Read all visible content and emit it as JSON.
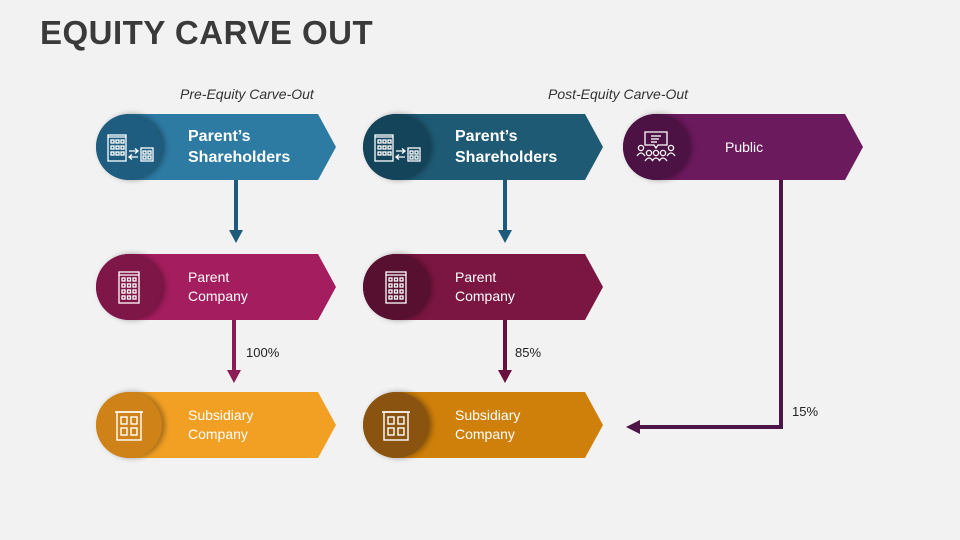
{
  "title": "EQUITY CARVE OUT",
  "sections": {
    "pre": "Pre-Equity Carve-Out",
    "post": "Post-Equity Carve-Out"
  },
  "nodes": {
    "pre_shareholders": {
      "line1": "Parent’s",
      "line2": "Shareholders"
    },
    "pre_parent": {
      "line1": "Parent",
      "line2": "Company"
    },
    "pre_subsidiary": {
      "line1": "Subsidiary",
      "line2": "Company"
    },
    "post_shareholders": {
      "line1": "Parent’s",
      "line2": "Shareholders"
    },
    "post_parent": {
      "line1": "Parent",
      "line2": "Company"
    },
    "post_subsidiary": {
      "line1": "Subsidiary",
      "line2": "Company"
    },
    "public": {
      "line1": "Public"
    }
  },
  "percentages": {
    "pre_parent_to_subsidiary": "100%",
    "post_parent_to_subsidiary": "85%",
    "public_to_subsidiary": "15%"
  },
  "colors": {
    "blue": "#2d7aa3",
    "blue_dark": "#1f5d80",
    "blue_post": "#1e5a74",
    "blue_post_dark": "#14445a",
    "magenta": "#a41d5e",
    "magenta_dark": "#7e1748",
    "plum": "#7a1641",
    "plum_dark": "#571030",
    "orange": "#f2a024",
    "orange_dark": "#cf8218",
    "bronze": "#cf800a",
    "bronze_dark": "#8a5410",
    "purple": "#6c1a5e",
    "purple_dark": "#4d1244",
    "arrow_blue": "#1e5a7a",
    "arrow_magenta": "#8c1a55",
    "arrow_plum": "#6a1040",
    "arrow_purple": "#4d1545"
  },
  "icons": {
    "shareholders": "buildings-transfer-icon",
    "parent": "office-building-icon",
    "subsidiary": "small-building-icon",
    "public": "audience-presentation-icon"
  }
}
